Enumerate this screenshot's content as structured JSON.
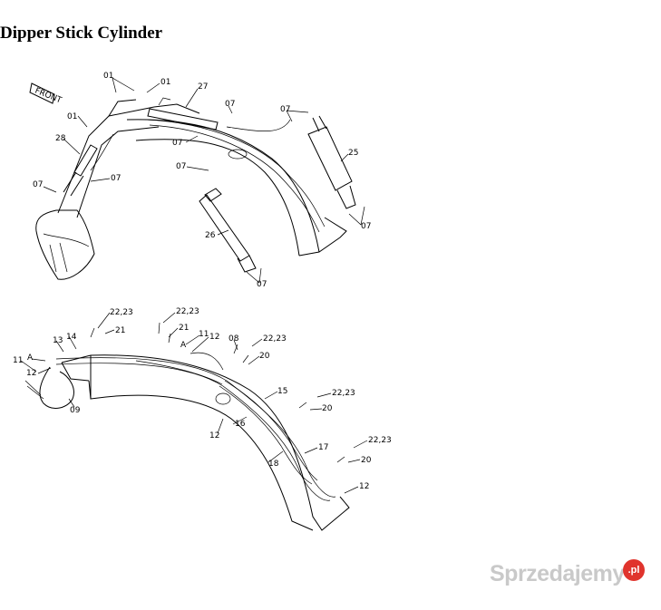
{
  "title": "Dipper Stick Cylinder",
  "front_tag": "FRONT",
  "upper_labels": [
    "01",
    "01",
    "01",
    "27",
    "07",
    "07",
    "28",
    "07",
    "07",
    "07",
    "25",
    "07",
    "07",
    "26",
    "07"
  ],
  "lower_labels": [
    "22,23",
    "22,23",
    "21",
    "21",
    "11",
    "13",
    "14",
    "A",
    "12",
    "08",
    "22,23",
    "20",
    "11",
    "A",
    "12",
    "09",
    "15",
    "22,23",
    "20",
    "16",
    "12",
    "17",
    "18",
    "22,23",
    "20",
    "12"
  ],
  "watermark": {
    "text": "Sprzedajemy",
    "badge": ".pl"
  }
}
